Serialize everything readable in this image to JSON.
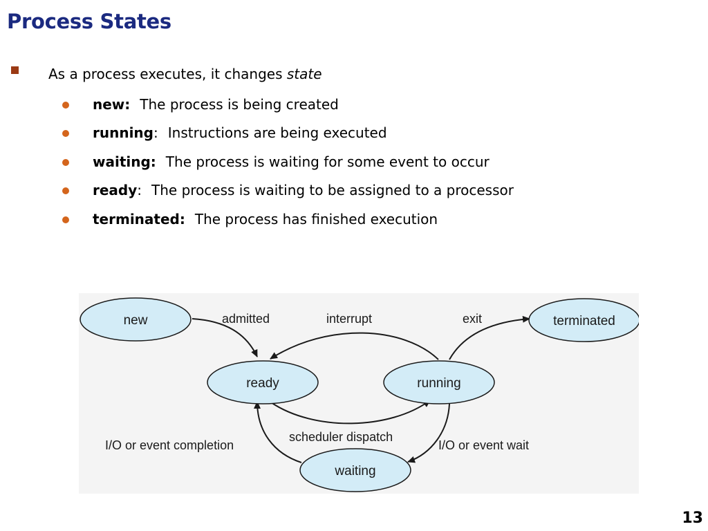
{
  "slide": {
    "title": "Process States",
    "page_number": "13"
  },
  "bullets": {
    "main_prefix": "As a process executes, it changes",
    "main_emphasis": "state",
    "items": [
      {
        "term": "new:",
        "desc": "The process is being created"
      },
      {
        "term": "running",
        "colon": ":",
        "desc": "Instructions are being executed"
      },
      {
        "term": "waiting:",
        "desc": "The process is waiting for some event to occur"
      },
      {
        "term": "ready",
        "colon": ":",
        "desc": "The process is waiting to be assigned to a processor"
      },
      {
        "term": "terminated:",
        "desc": "The process has finished execution"
      }
    ]
  },
  "diagram": {
    "states": {
      "new": "new",
      "ready": "ready",
      "running": "running",
      "waiting": "waiting",
      "terminated": "terminated"
    },
    "transitions": {
      "admitted": "admitted",
      "interrupt": "interrupt",
      "exit": "exit",
      "scheduler_dispatch": "scheduler dispatch",
      "io_completion": "I/O or event completion",
      "io_wait": "I/O or event wait"
    },
    "colors": {
      "node_fill": "#d3ecf7",
      "node_stroke": "#1a1a1a",
      "background": "#f4f4f4"
    }
  },
  "colors": {
    "title": "#1b2a80",
    "square_bullet": "#9b3a14",
    "round_bullet": "#d4651c"
  }
}
